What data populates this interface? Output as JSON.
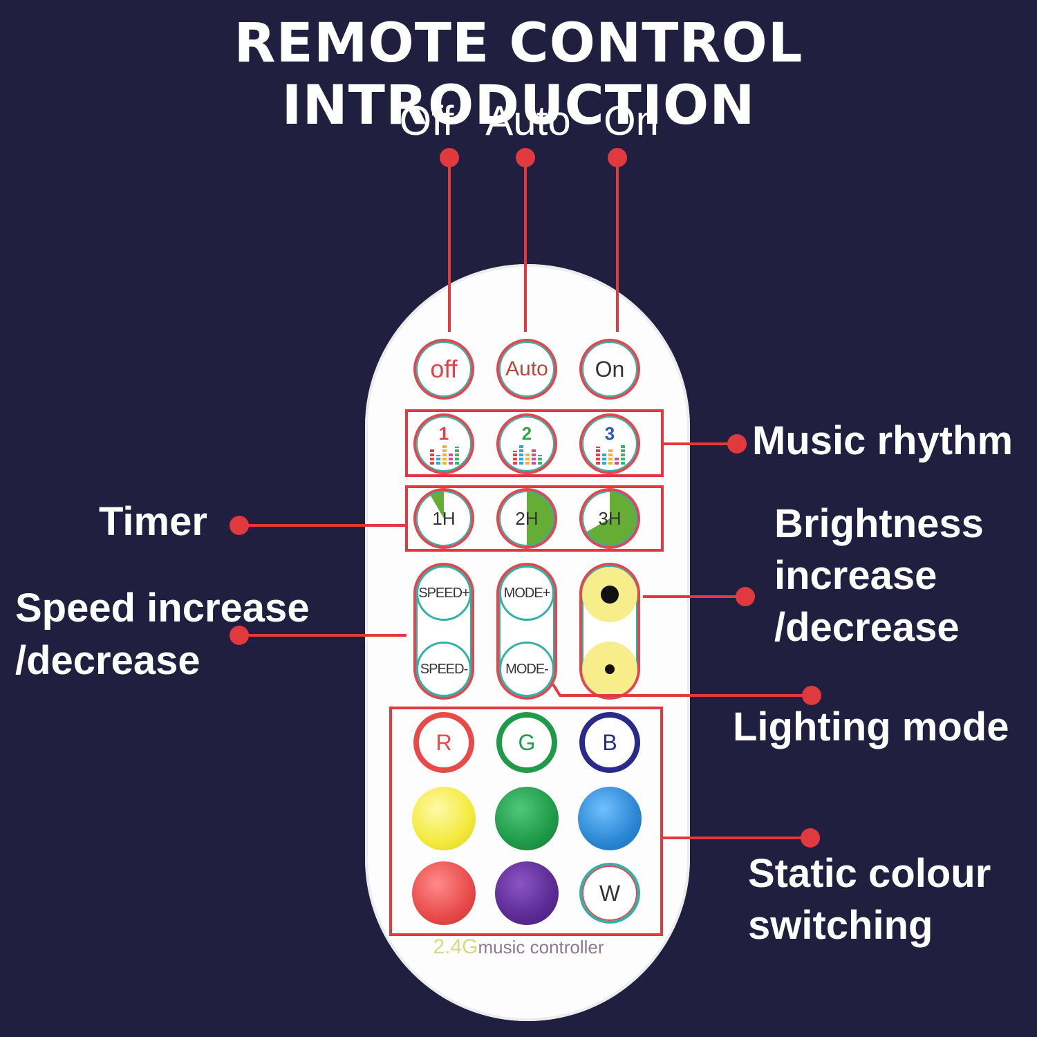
{
  "title": "REMOTE CONTROL INTRODUCTION",
  "top_labels": {
    "off": "Off",
    "auto": "Auto",
    "on": "On"
  },
  "callouts": {
    "music_rhythm": "Music rhythm",
    "timer": "Timer",
    "speed_line1": "Speed increase",
    "speed_line2": "/decrease",
    "brightness_line1": "Brightness",
    "brightness_line2": "increase",
    "brightness_line3": "/decrease",
    "lighting_mode": "Lighting mode",
    "static_line1": "Static colour",
    "static_line2": "switching"
  },
  "remote": {
    "row1": {
      "off": "off",
      "auto": "Auto",
      "on": "On"
    },
    "music": [
      "1",
      "2",
      "3"
    ],
    "timer": [
      "1H",
      "2H",
      "3H"
    ],
    "speed_plus": "SPEED+",
    "speed_minus": "SPEED-",
    "mode_plus": "MODE+",
    "mode_minus": "MODE-",
    "rgb": [
      "R",
      "G",
      "B"
    ],
    "white": "W",
    "brand_prefix": "2.4G",
    "brand_suffix": "music controller"
  },
  "colors": {
    "background": "#211f40",
    "callout_line": "#e03a3f",
    "red": "#e84a4a",
    "green": "#1f9a48",
    "blue": "#2b86d3",
    "yellow": "#f3ea3c",
    "purple": "#5b2a93",
    "ring_teal": "#2fb1a8"
  }
}
